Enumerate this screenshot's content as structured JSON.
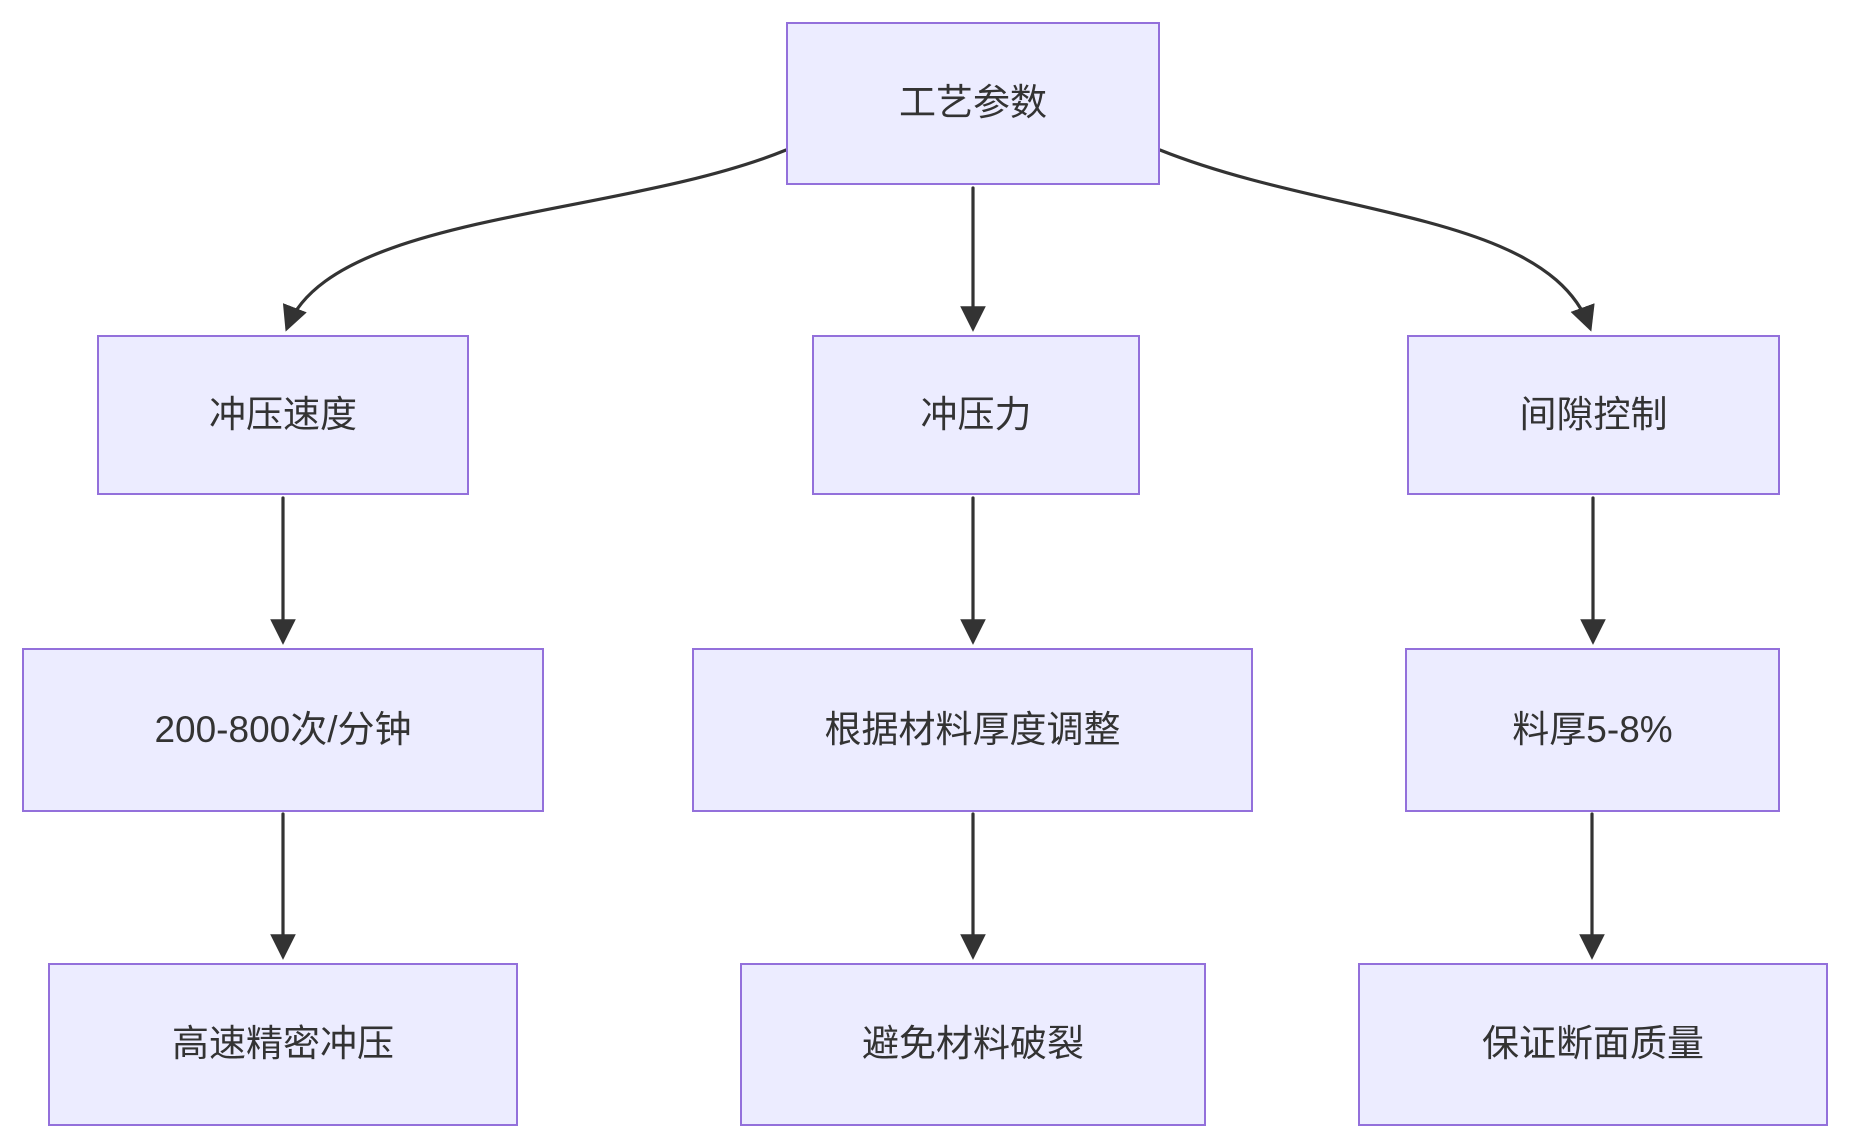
{
  "diagram": {
    "type": "flowchart-top-down",
    "nodes": {
      "root": "工艺参数",
      "speed": "冲压速度",
      "speed_value": "200-800次/分钟",
      "speed_result": "高速精密冲压",
      "force": "冲压力",
      "force_value": "根据材料厚度调整",
      "force_result": "避免材料破裂",
      "clearance": "间隙控制",
      "clearance_value": "料厚5-8%",
      "clearance_result": "保证断面质量"
    },
    "edges": [
      {
        "from": "root",
        "to": "speed"
      },
      {
        "from": "root",
        "to": "force"
      },
      {
        "from": "root",
        "to": "clearance"
      },
      {
        "from": "speed",
        "to": "speed_value"
      },
      {
        "from": "speed_value",
        "to": "speed_result"
      },
      {
        "from": "force",
        "to": "force_value"
      },
      {
        "from": "force_value",
        "to": "force_result"
      },
      {
        "from": "clearance",
        "to": "clearance_value"
      },
      {
        "from": "clearance_value",
        "to": "clearance_result"
      }
    ],
    "colors": {
      "node_fill": "#ECECFF",
      "node_border": "#9370DB",
      "edge": "#333333",
      "text": "#333333",
      "background": "#FFFFFF"
    }
  }
}
